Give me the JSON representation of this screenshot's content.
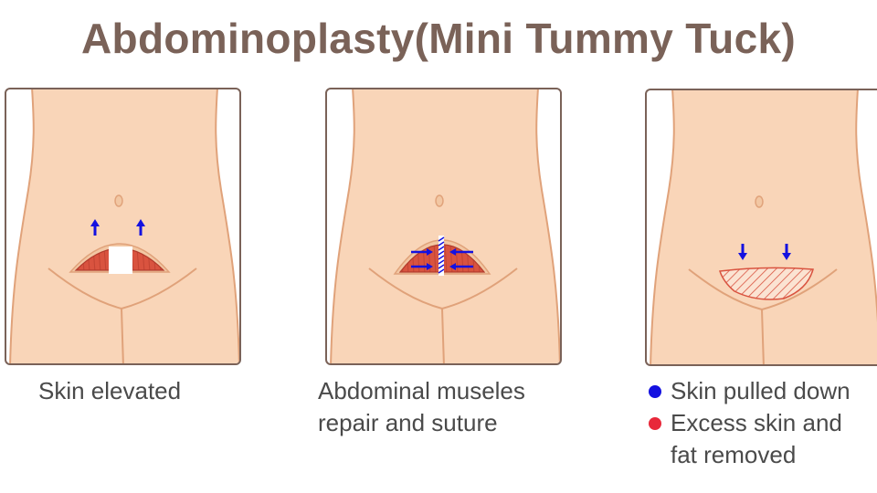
{
  "title": "Abdominoplasty(Mini Tummy Tuck)",
  "colors": {
    "title": "#7a6258",
    "skin": "#f9d5b8",
    "outline": "#e0a27a",
    "muscle": "#d9533f",
    "muscle_dark": "#b23b2c",
    "flap": "#f2c7a3",
    "arrow": "#1411e0",
    "legend_blue": "#1411e0",
    "legend_red": "#e8283a",
    "text": "#4a4a4a",
    "border": "#7a6258"
  },
  "panels": [
    {
      "name": "skin-elevated",
      "caption": "Skin elevated"
    },
    {
      "name": "muscle-repair",
      "caption_lines": [
        "Abdominal museles",
        "repair and suture"
      ]
    },
    {
      "name": "skin-pulled-down"
    }
  ],
  "legend": [
    {
      "marker": "blue",
      "lines": [
        "Skin pulled down"
      ]
    },
    {
      "marker": "red",
      "lines": [
        "Excess skin and",
        "fat removed"
      ]
    }
  ]
}
